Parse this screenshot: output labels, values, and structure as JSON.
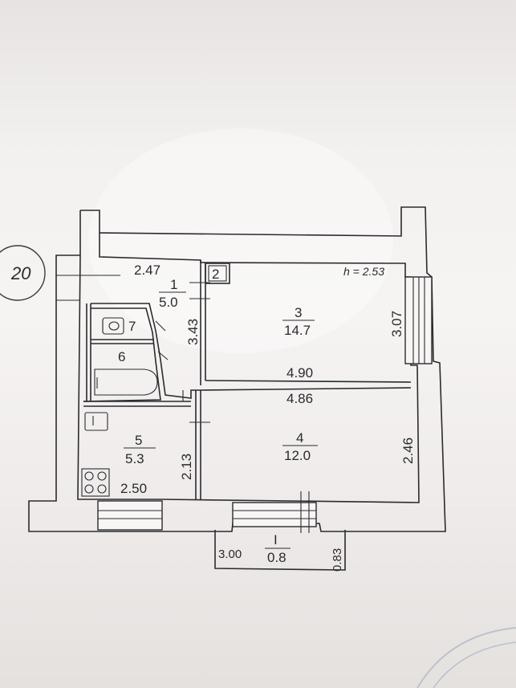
{
  "sheet_number": "20",
  "ceiling_height": "h = 2.53",
  "rooms": [
    {
      "id": "1",
      "area": "5.0"
    },
    {
      "id": "2",
      "area": ""
    },
    {
      "id": "3",
      "area": "14.7"
    },
    {
      "id": "4",
      "area": "12.0"
    },
    {
      "id": "5",
      "area": "5.3"
    },
    {
      "id": "6",
      "area": ""
    },
    {
      "id": "7",
      "area": ""
    }
  ],
  "balcony": {
    "id": "I",
    "area": "0.8"
  },
  "dimensions": {
    "hall_width": "2.47",
    "hall_length": "3.43",
    "room3_depth": "3.07",
    "room3_width": "4.90",
    "room4_width": "4.86",
    "room4_depth": "2.46",
    "kitchen_depth": "2.13",
    "kitchen_width": "2.50",
    "balcony_width": "3.00",
    "balcony_depth": "0.83"
  }
}
